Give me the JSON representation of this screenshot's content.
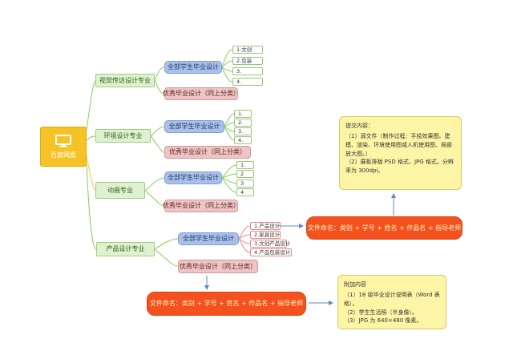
{
  "root": {
    "label": "百度网盘",
    "icon": "monitor-icon"
  },
  "majors": [
    {
      "label": "视觉传达设计专业",
      "all_label": "全部学生毕业设计",
      "excellent_label": "优秀毕业设计（同上分类）",
      "leaves": [
        "1.文创",
        "2.包装",
        "3.",
        "4."
      ]
    },
    {
      "label": "环境设计专业",
      "all_label": "全部学生毕业设计",
      "excellent_label": "优秀毕业设计（同上分类）",
      "leaves": [
        "1.",
        "2.",
        "3.",
        "4."
      ]
    },
    {
      "label": "动画专业",
      "all_label": "全部学生毕业设计",
      "excellent_label": "优秀毕业设计（同上分类）",
      "leaves": [
        "1.",
        "2",
        "3",
        "4"
      ]
    },
    {
      "label": "产品设计专业",
      "all_label": "全部学生毕业设计",
      "excellent_label": "优秀毕业设计（同上分类）",
      "leaves": [
        "1.产品设计",
        "2.家具设计",
        "3.文创产品设计",
        "4.产品包装设计"
      ]
    }
  ],
  "naming": {
    "prefix": "文件命名：",
    "rule": "类别 + 学号 + 姓名 + 作品名 + 指导老师"
  },
  "submission_note": {
    "title": "提交内容：",
    "lines": [
      "（1）源文件（制作过程：手绘效果图、建模、渲染、环境使用图或人机使用图、局部放大图。）",
      "（2）展板排版 PSD 格式、JPG 格式，分辨率为 300dpi。"
    ]
  },
  "attachment_note": {
    "title": "附加内容",
    "lines": [
      "（1）18 级毕业设计说明表（Word 表格）。",
      "（2）学生生活照（半身像）。",
      "（3）JPG 为 640×480 像素。"
    ]
  },
  "colors": {
    "root": "#f5c325",
    "major": "#dff1d1",
    "all_group": "#a9c1ea",
    "excellent_group": "#efc4c4",
    "naming_box": "#f4511e",
    "note": "#fdf5a6"
  }
}
